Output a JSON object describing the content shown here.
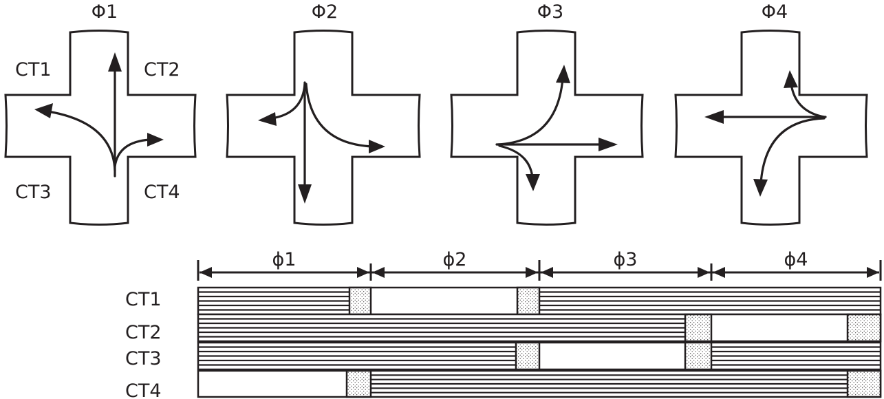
{
  "diagram": {
    "phase_titles": [
      "Φ1",
      "Φ2",
      "Φ3",
      "Φ4"
    ],
    "corner_labels": {
      "top_left": "CT1",
      "top_right": "CT2",
      "bottom_left": "CT3",
      "bottom_right": "CT4"
    },
    "timing": {
      "phase_labels": [
        "ϕ1",
        "ϕ2",
        "ϕ3",
        "ϕ4"
      ],
      "row_labels": [
        "CT1",
        "CT2",
        "CT3",
        "CT4"
      ]
    },
    "colors": {
      "ink": "#231f20",
      "background": "#ffffff"
    }
  }
}
